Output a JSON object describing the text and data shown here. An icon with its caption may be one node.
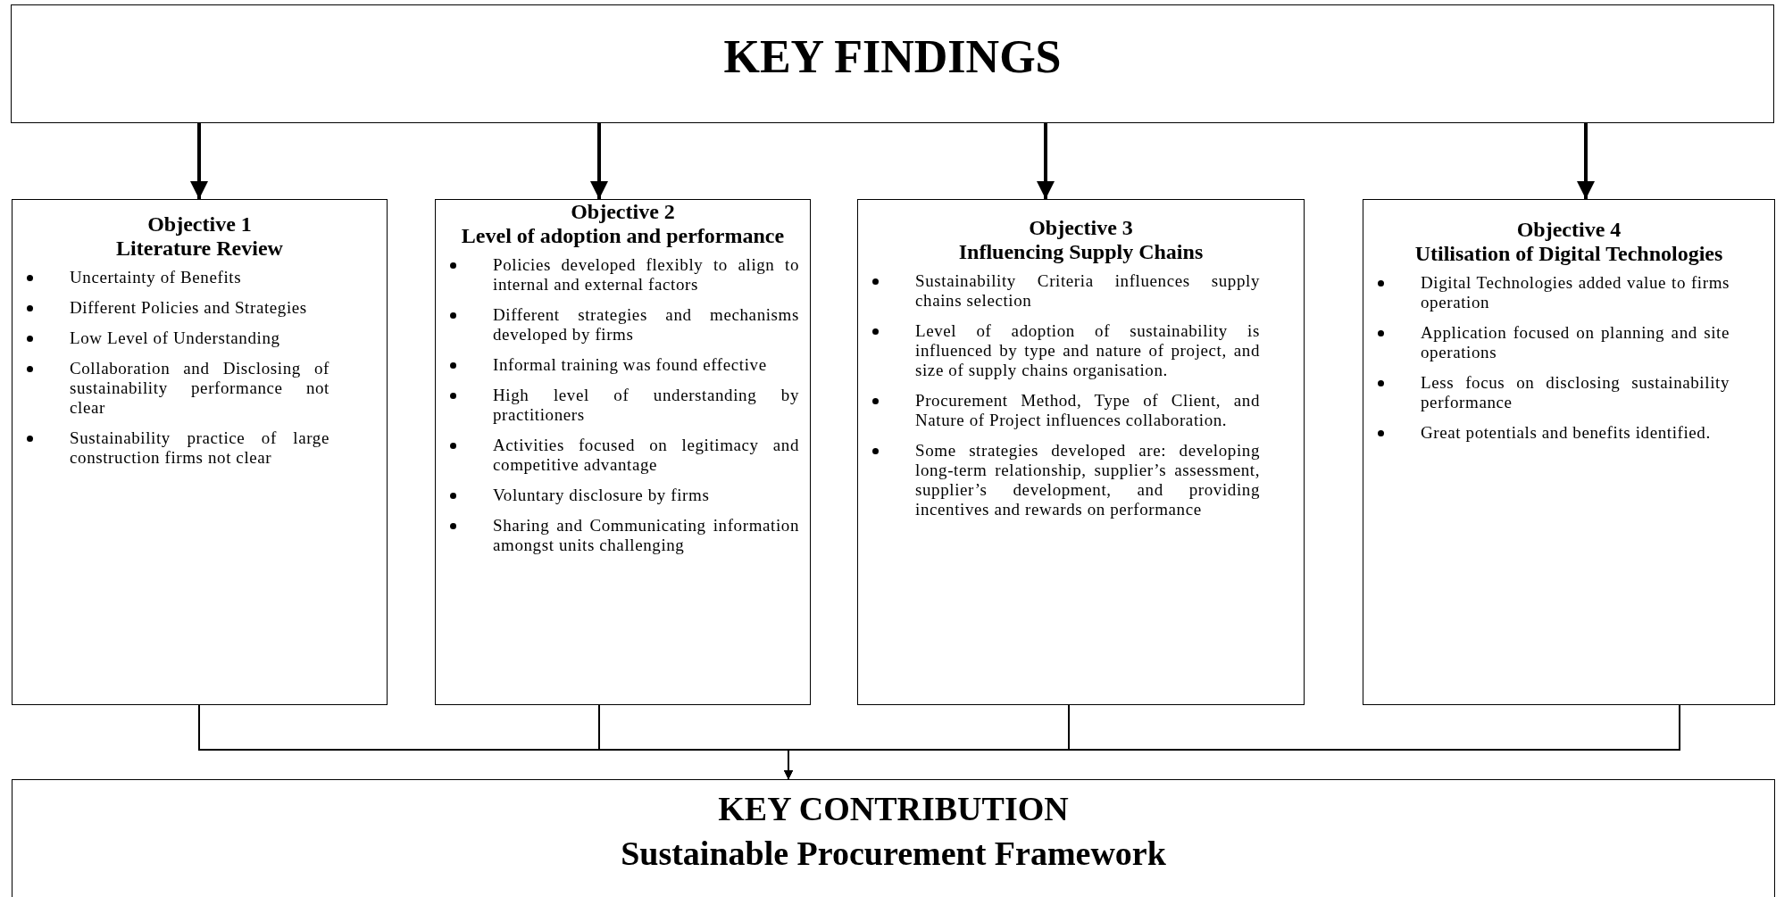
{
  "diagram": {
    "nodes": [
      {
        "text": [
          "KEY FINDINGS"
        ]
      },
      {
        "text": [
          "Objective 1",
          "Literature Review",
          "Uncertainty of Benefits",
          "Different Policies and Strategies",
          "Low Level of Understanding",
          "Collaboration and Disclosing of sustainability performance not clear",
          "Sustainability practice of large construction firms not clear"
        ]
      },
      {
        "text": [
          "Objective 2",
          "Level of adoption and performance",
          "Policies developed flexibly to align to internal and external factors",
          "Different strategies and mechanisms developed by firms",
          "Informal training was found effective",
          "High level of understanding by practitioners",
          "Activities focused on legitimacy and competitive advantage",
          "Voluntary disclosure by firms",
          "Sharing and Communicating information amongst units challenging"
        ]
      },
      {
        "text": [
          "Objective 3",
          "Influencing Supply Chains",
          "Sustainability Criteria influences supply chains selection",
          "Level of adoption of sustainability is influenced by type and nature of project, and size of supply chains organisation.",
          "Procurement Method, Type of Client, and Nature of Project influences collaboration.",
          "Some strategies developed are: developing long-term relationship, supplier’s assessment, supplier’s development, and providing incentives and rewards on performance"
        ]
      },
      {
        "text": [
          "Objective 4",
          "Utilisation of Digital Technologies",
          "Digital Technologies added value to firms operation",
          "Application focused on planning and site operations",
          "Less focus on disclosing sustainability performance",
          "Great potentials and benefits identified."
        ]
      },
      {
        "text": [
          "KEY CONTRIBUTION",
          "Sustainable Procurement Framework"
        ]
      }
    ],
    "edges": [
      {
        "from": 0,
        "to": 1,
        "arrow": "to"
      },
      {
        "from": 0,
        "to": 2,
        "arrow": "to"
      },
      {
        "from": 0,
        "to": 3,
        "arrow": "to"
      },
      {
        "from": 0,
        "to": 4,
        "arrow": "to"
      },
      {
        "from": 1,
        "to": 5,
        "arrow": "to"
      },
      {
        "from": 2,
        "to": 5,
        "arrow": "to"
      },
      {
        "from": 3,
        "to": 5,
        "arrow": "to"
      },
      {
        "from": 4,
        "to": 5,
        "arrow": "to"
      }
    ]
  }
}
